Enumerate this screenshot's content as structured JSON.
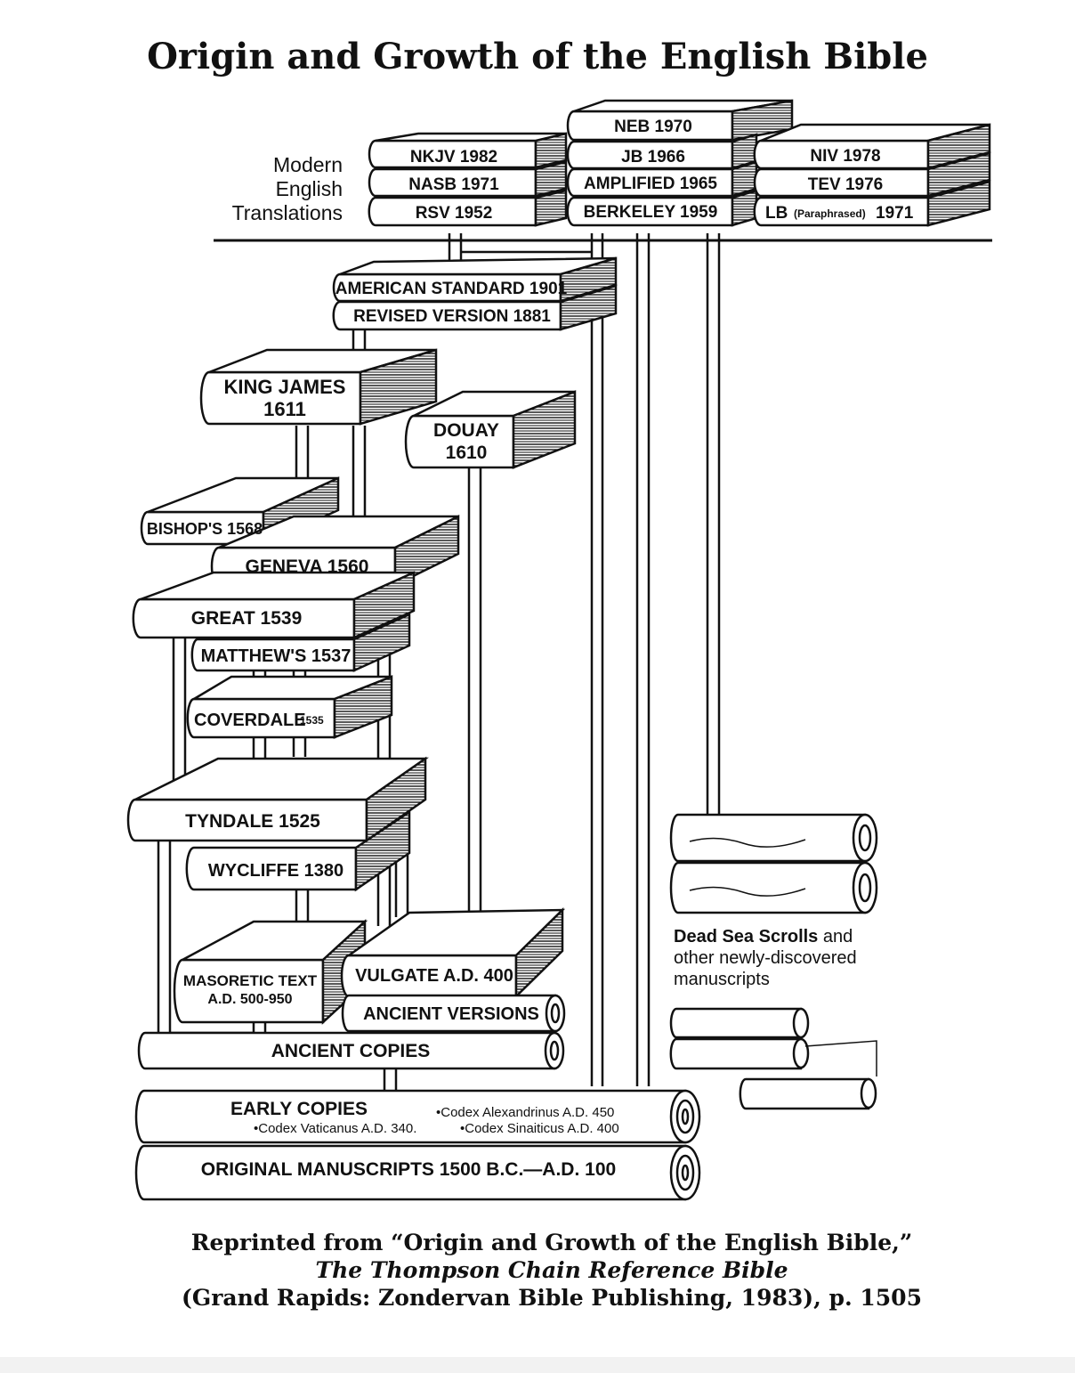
{
  "title": "Origin and Growth of the English Bible",
  "modern_label": [
    "Modern",
    "English",
    "Translations"
  ],
  "books": {
    "nkjv": "NKJV 1982",
    "nasb": "NASB 1971",
    "rsv": "RSV 1952",
    "neb": "NEB 1970",
    "jb": "JB 1966",
    "amplified": "AMPLIFIED 1965",
    "berkeley": "BERKELEY 1959",
    "niv": "NIV 1978",
    "tev": "TEV 1976",
    "lb_main": "LB",
    "lb_note": "(Paraphrased)",
    "lb_year": "1971",
    "american_standard": "AMERICAN STANDARD 1901",
    "revised_version": "REVISED VERSION 1881",
    "king_james": "KING JAMES",
    "king_james_year": "1611",
    "douay": "DOUAY",
    "douay_year": "1610",
    "bishops": "BISHOP'S 1568",
    "geneva": "GENEVA 1560",
    "great": "GREAT 1539",
    "matthews": "MATTHEW'S 1537",
    "coverdale": "COVERDALE",
    "coverdale_year": "1535",
    "tyndale": "TYNDALE 1525",
    "wycliffe": "WYCLIFFE 1380",
    "masoretic": "MASORETIC TEXT",
    "masoretic_date": "A.D. 500-950",
    "vulgate": "VULGATE A.D. 400",
    "ancient_versions": "ANCIENT VERSIONS",
    "ancient_copies": "ANCIENT COPIES",
    "early_copies": "EARLY COPIES",
    "codex_alexandrinus": "•Codex Alexandrinus A.D. 450",
    "codex_vaticanus": "•Codex Vaticanus A.D. 340.",
    "codex_sinaiticus": "•Codex Sinaiticus A.D. 400",
    "original_manuscripts": "ORIGINAL MANUSCRIPTS 1500 B.C.—A.D. 100"
  },
  "scrolls_note": {
    "bold": "Dead Sea Scrolls",
    "rest_1": " and",
    "line_2": "other newly-discovered",
    "line_3": "manuscripts"
  },
  "caption": {
    "line_1": "Reprinted from “Origin and Growth of the English Bible,”",
    "line_2": "The Thompson Chain Reference Bible",
    "line_3": "(Grand Rapids: Zondervan Bible Publishing, 1983), p. 1505"
  }
}
